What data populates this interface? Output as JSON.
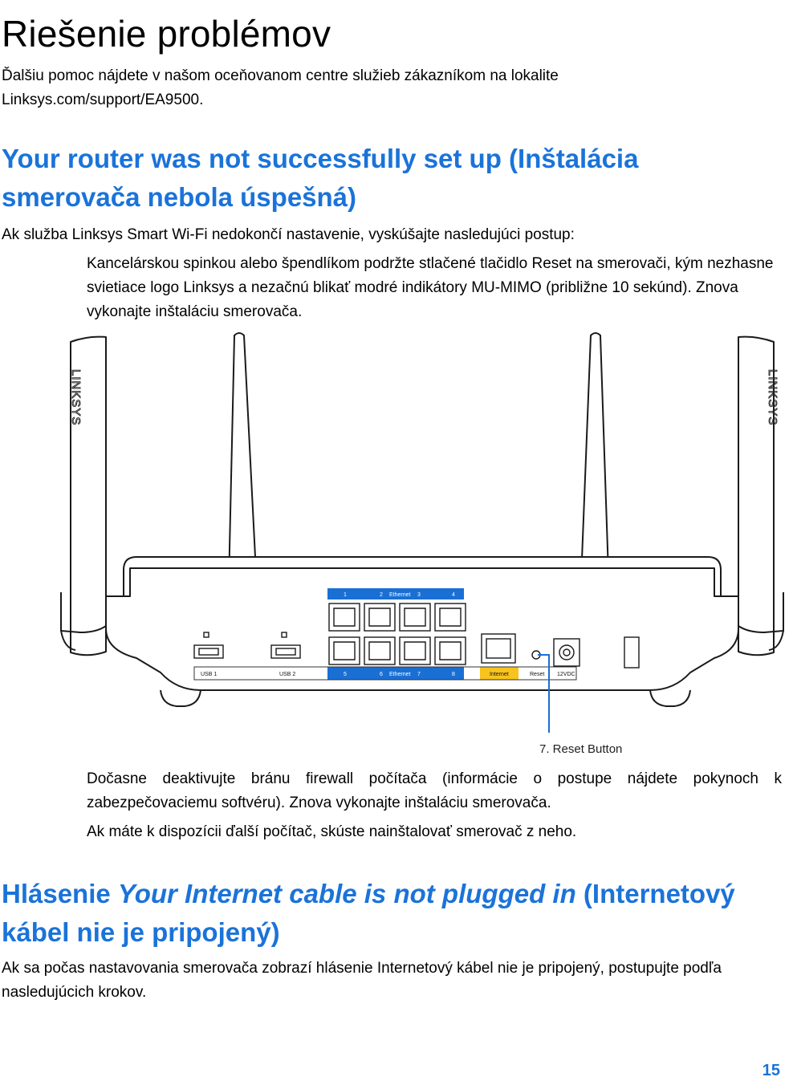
{
  "page": {
    "title": "Riešenie problémov",
    "intro_line1": "Ďalšiu pomoc nájdete v našom oceňovanom centre služieb zákazníkom na lokalite",
    "intro_line2": "Linksys.com/support/EA9500.",
    "page_number": "15"
  },
  "section1": {
    "heading_line1": "Your router was not successfully set up (Inštalácia",
    "heading_line2": "smerovača nebola úspešná)",
    "lead": "Ak služba Linksys Smart Wi-Fi nedokončí nastavenie, vyskúšajte nasledujúci postup:",
    "step1": "Kancelárskou spinkou alebo špendlíkom podržte stlačené tlačidlo Reset na smerovači, kým nezhasne svietiace logo Linksys a nezačnú blikať modré indikátory MU-MIMO (približne 10 sekúnd). Znova vykonajte inštaláciu smerovača.",
    "step2": "Dočasne deaktivujte bránu firewall počítača (informácie o postupe nájdete pokynoch k zabezpečovaciemu softvéru). Znova vykonajte inštaláciu smerovača.",
    "step3": "Ak máte k dispozícii ďalší počítač, skúste nainštalovať smerovač z neho."
  },
  "diagram": {
    "brand_left": "LINKSYS",
    "brand_right": "LINKSYS",
    "port_labels": {
      "top_1": "1",
      "top_2": "2",
      "top_ethernet": "Ethernet",
      "top_3": "3",
      "top_4": "4",
      "usb1": "USB 1",
      "usb2": "USB 2",
      "bottom_5": "5",
      "bottom_6": "6",
      "bottom_ethernet": "Ethernet",
      "bottom_7": "7",
      "bottom_8": "8",
      "internet": "Internet",
      "reset": "Reset",
      "power": "12VDC"
    },
    "callout": "7. Reset Button",
    "colors": {
      "ethernet_band": "#1a6fd4",
      "internet_band": "#f7c31e",
      "callout_line": "#1a6fd4"
    }
  },
  "section2": {
    "heading_prefix": "Hlásenie ",
    "heading_italic": "Your Internet cable is not plugged in",
    "heading_suffix": " (Internetový",
    "heading_line2": "kábel nie je pripojený)",
    "body": "Ak sa počas nastavovania smerovača zobrazí hlásenie Internetový kábel nie je pripojený, postupujte podľa nasledujúcich krokov."
  },
  "colors": {
    "heading": "#1a73d9",
    "text": "#000000"
  }
}
